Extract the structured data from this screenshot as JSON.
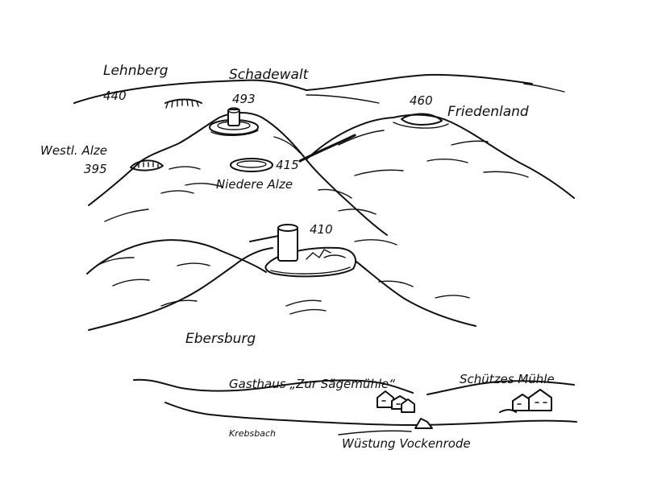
{
  "places": {
    "lehnberg": "Lehnberg",
    "lehnberg_height": "440",
    "schadewalt": "Schadewalt",
    "schadewalt_height": "493",
    "friedenland_height": "460",
    "friedenland": "Friedenland",
    "westl_alze": "Westl. Alze",
    "westl_alze_height": "395",
    "niedere_alze_height": "415",
    "niedere_alze": "Niedere Alze",
    "ebersburg_height": "410",
    "ebersburg": "Ebersburg",
    "gasthaus": "Gasthaus „Zur Sägemühle“",
    "schuetzes_muehle": "Schützes Mühle",
    "krebsbach": "Krebsbach",
    "wuestung": "Wüstung Vockenrode"
  }
}
